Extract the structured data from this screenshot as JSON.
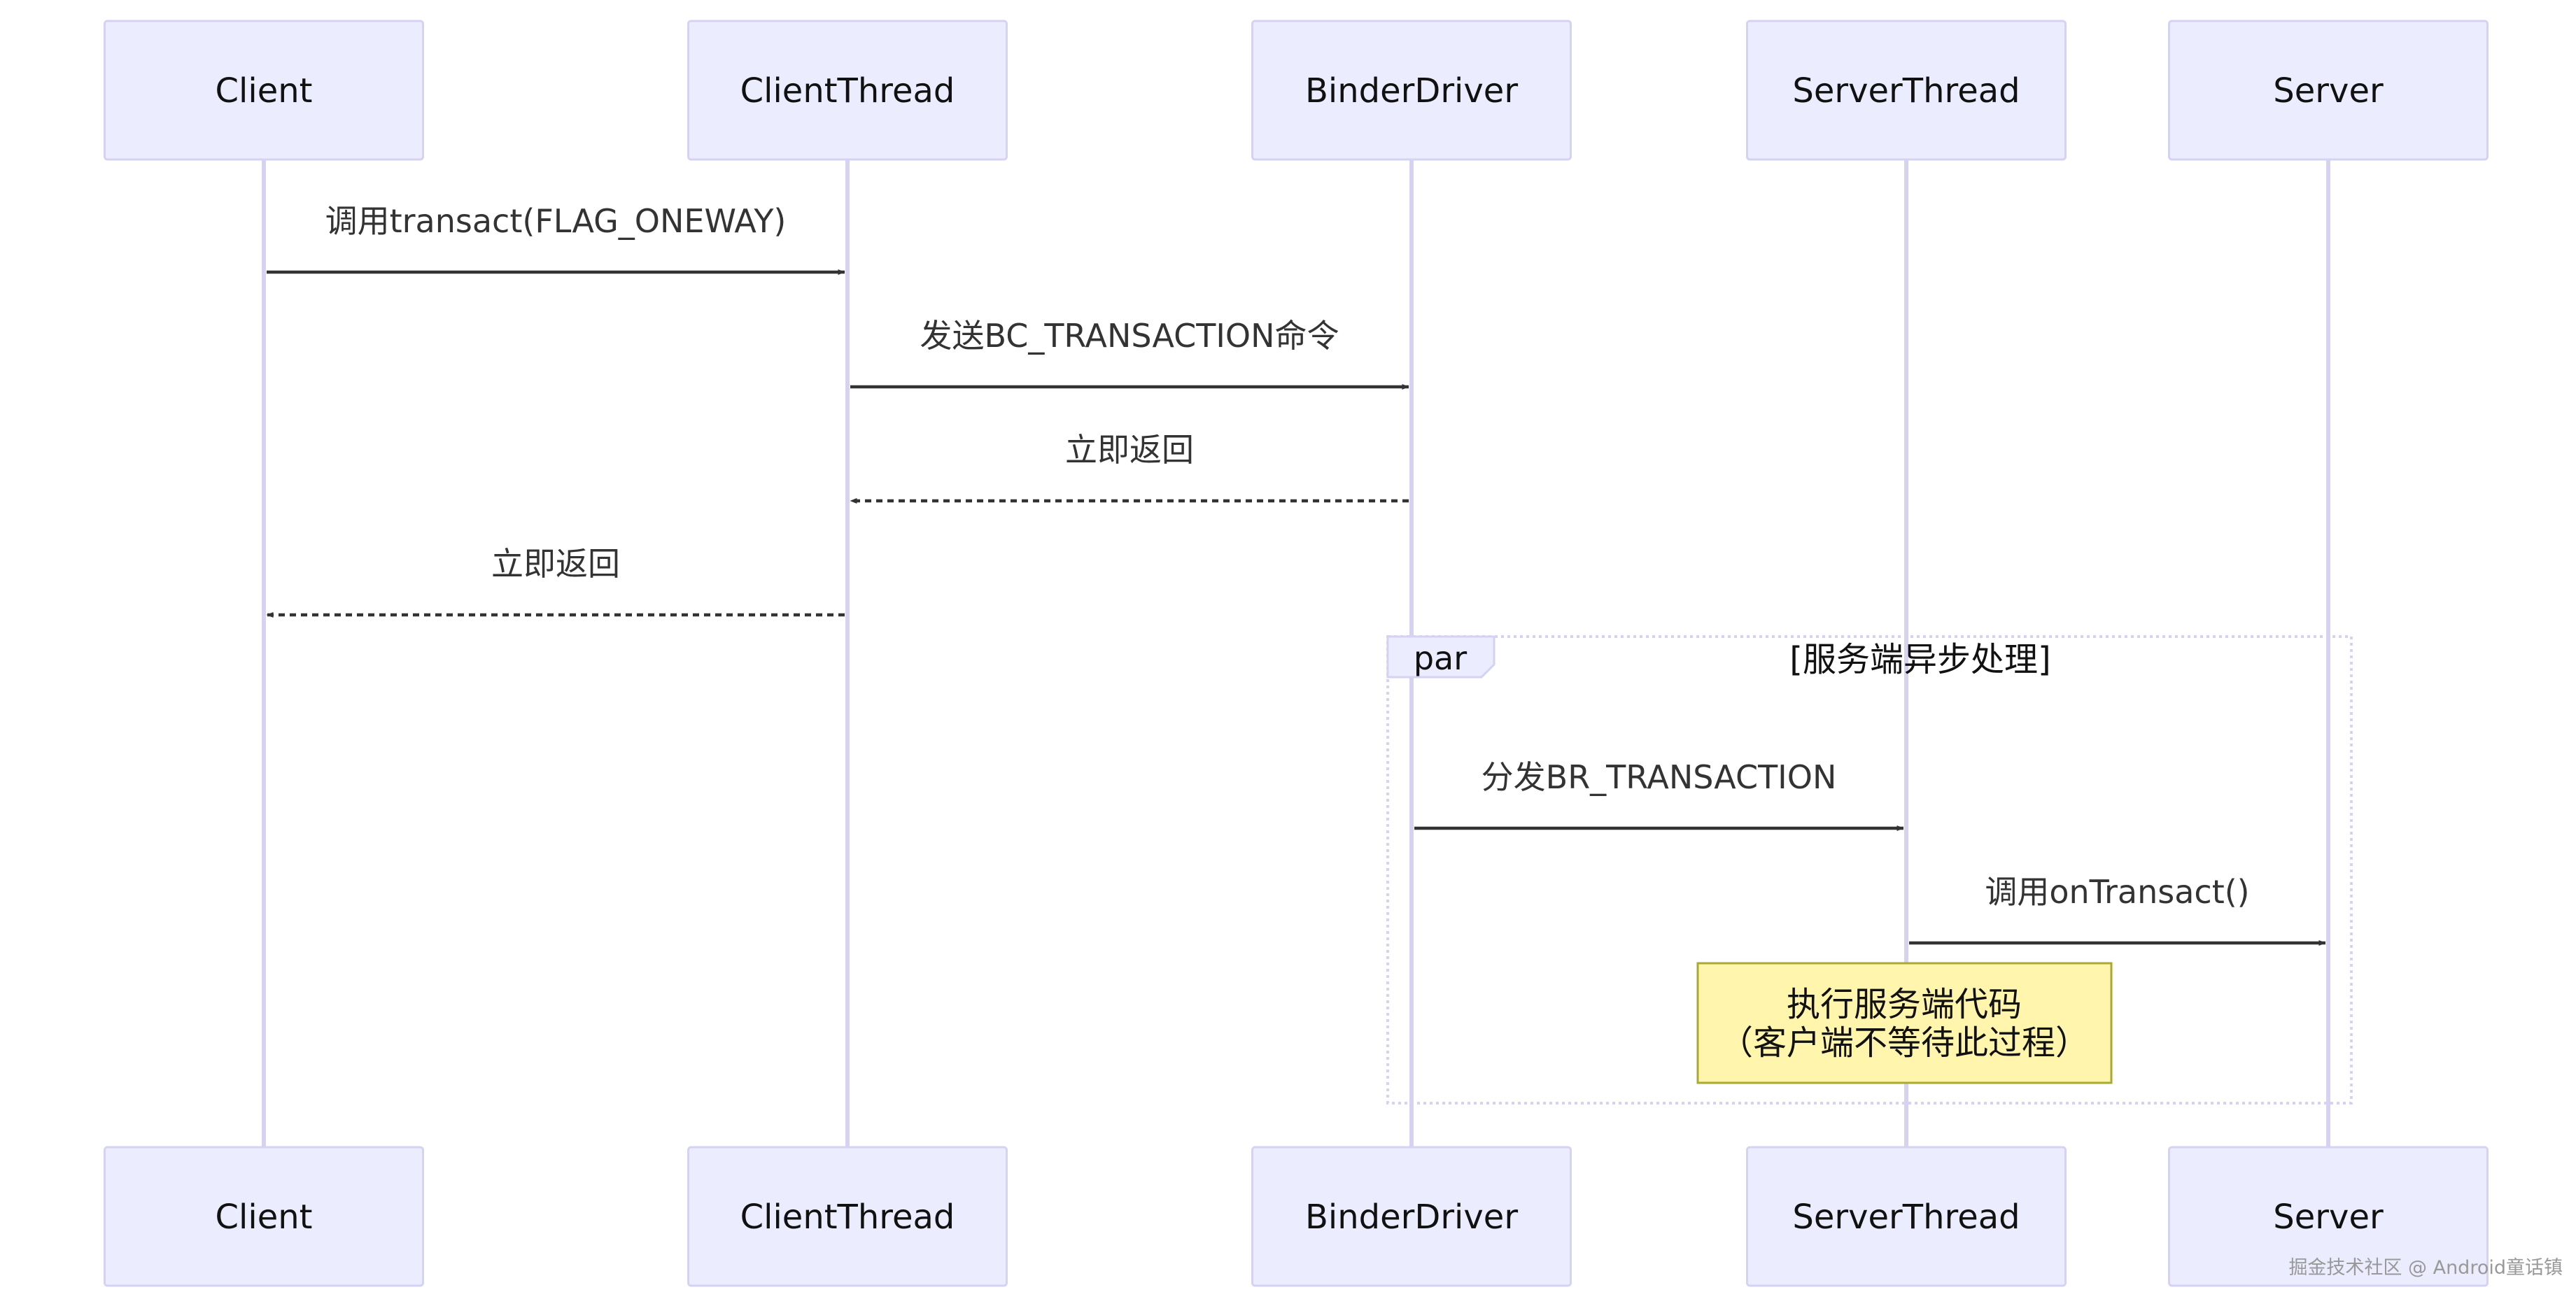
{
  "participants": [
    {
      "id": "client",
      "label": "Client"
    },
    {
      "id": "client_thread",
      "label": "ClientThread"
    },
    {
      "id": "binder_driver",
      "label": "BinderDriver"
    },
    {
      "id": "server_thread",
      "label": "ServerThread"
    },
    {
      "id": "server",
      "label": "Server"
    }
  ],
  "messages": [
    {
      "id": "m1",
      "from": "client",
      "to": "client_thread",
      "style": "solid",
      "label": "调用transact(FLAG_ONEWAY)"
    },
    {
      "id": "m2",
      "from": "client_thread",
      "to": "binder_driver",
      "style": "solid",
      "label": "发送BC_TRANSACTION命令"
    },
    {
      "id": "m3",
      "from": "binder_driver",
      "to": "client_thread",
      "style": "dashed",
      "label": "立即返回"
    },
    {
      "id": "m4",
      "from": "client_thread",
      "to": "client",
      "style": "dashed",
      "label": "立即返回"
    },
    {
      "id": "m5",
      "from": "binder_driver",
      "to": "server_thread",
      "style": "solid",
      "label": "分发BR_TRANSACTION"
    },
    {
      "id": "m6",
      "from": "server_thread",
      "to": "server",
      "style": "solid",
      "label": "调用onTransact()"
    }
  ],
  "par_frame": {
    "keyword": "par",
    "condition": "[服务端异步处理]"
  },
  "note": {
    "over": "server_thread",
    "lines": [
      "执行服务端代码",
      "（客户端不等待此过程）"
    ]
  },
  "watermark": "掘金技术社区 @ Android童话镇",
  "colors": {
    "participant_fill": "#ECECFF",
    "participant_border": "#D6D2F2",
    "lifeline": "#D6D2F2",
    "arrow": "#333333",
    "note_fill": "#FFF5AD",
    "note_border": "#AAAA33"
  }
}
